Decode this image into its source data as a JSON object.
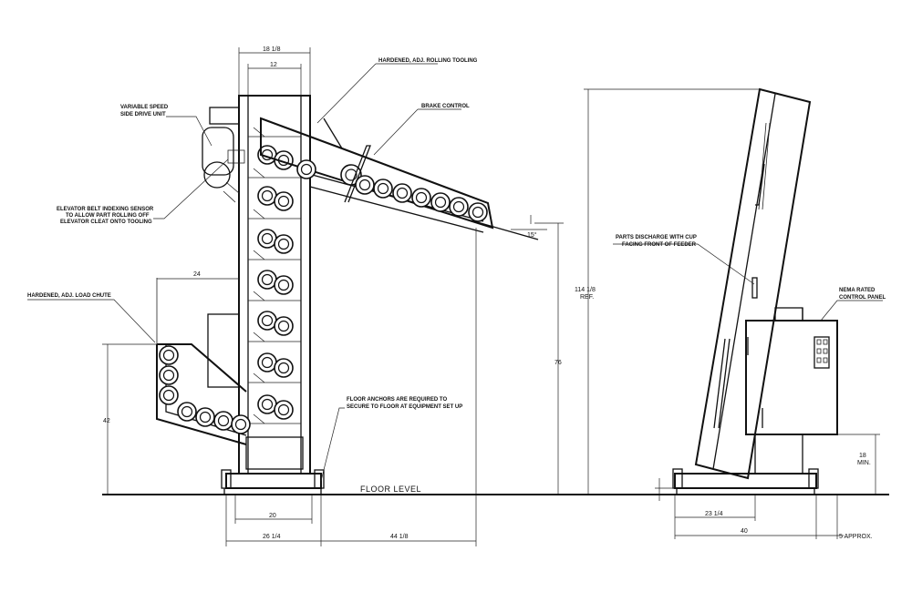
{
  "labels": {
    "hardened_rolling_tooling": "HARDENED, ADJ. ROLLING TOOLING",
    "variable_speed_1": "VARIABLE SPEED",
    "variable_speed_2": "SIDE DRIVE UNIT",
    "brake_control": "BRAKE CONTROL",
    "sensor_1": "ELEVATOR BELT INDEXING SENSOR",
    "sensor_2": "TO ALLOW PART ROLLING OFF",
    "sensor_3": "ELEVATOR CLEAT ONTO TOOLING",
    "load_chute": "HARDENED, ADJ. LOAD CHUTE",
    "anchors_1": "FLOOR ANCHORS ARE REQUIRED TO",
    "anchors_2": "SECURE TO FLOOR AT EQUIPMENT SET UP",
    "floor_level": "FLOOR LEVEL",
    "discharge_1": "PARTS DISCHARGE WITH CUP",
    "discharge_2": "FACING FRONT OF FEEDER",
    "nema_1": "NEMA RATED",
    "nema_2": "CONTROL PANEL"
  },
  "dimensions": {
    "top_width": "18 1/8",
    "inner_width": "12",
    "chute_width": "24",
    "chute_height": "42",
    "discharge_height": "76",
    "overall_height_1": "114 1/8",
    "overall_height_2": "REF.",
    "angle": "15°",
    "base_inner": "20",
    "base_outer": "26 1/4",
    "discharge_reach": "44 1/8",
    "side_base": "23 1/4",
    "side_total": "40",
    "approx": "5 APPROX.",
    "panel_height_1": "18",
    "panel_height_2": "MIN."
  }
}
